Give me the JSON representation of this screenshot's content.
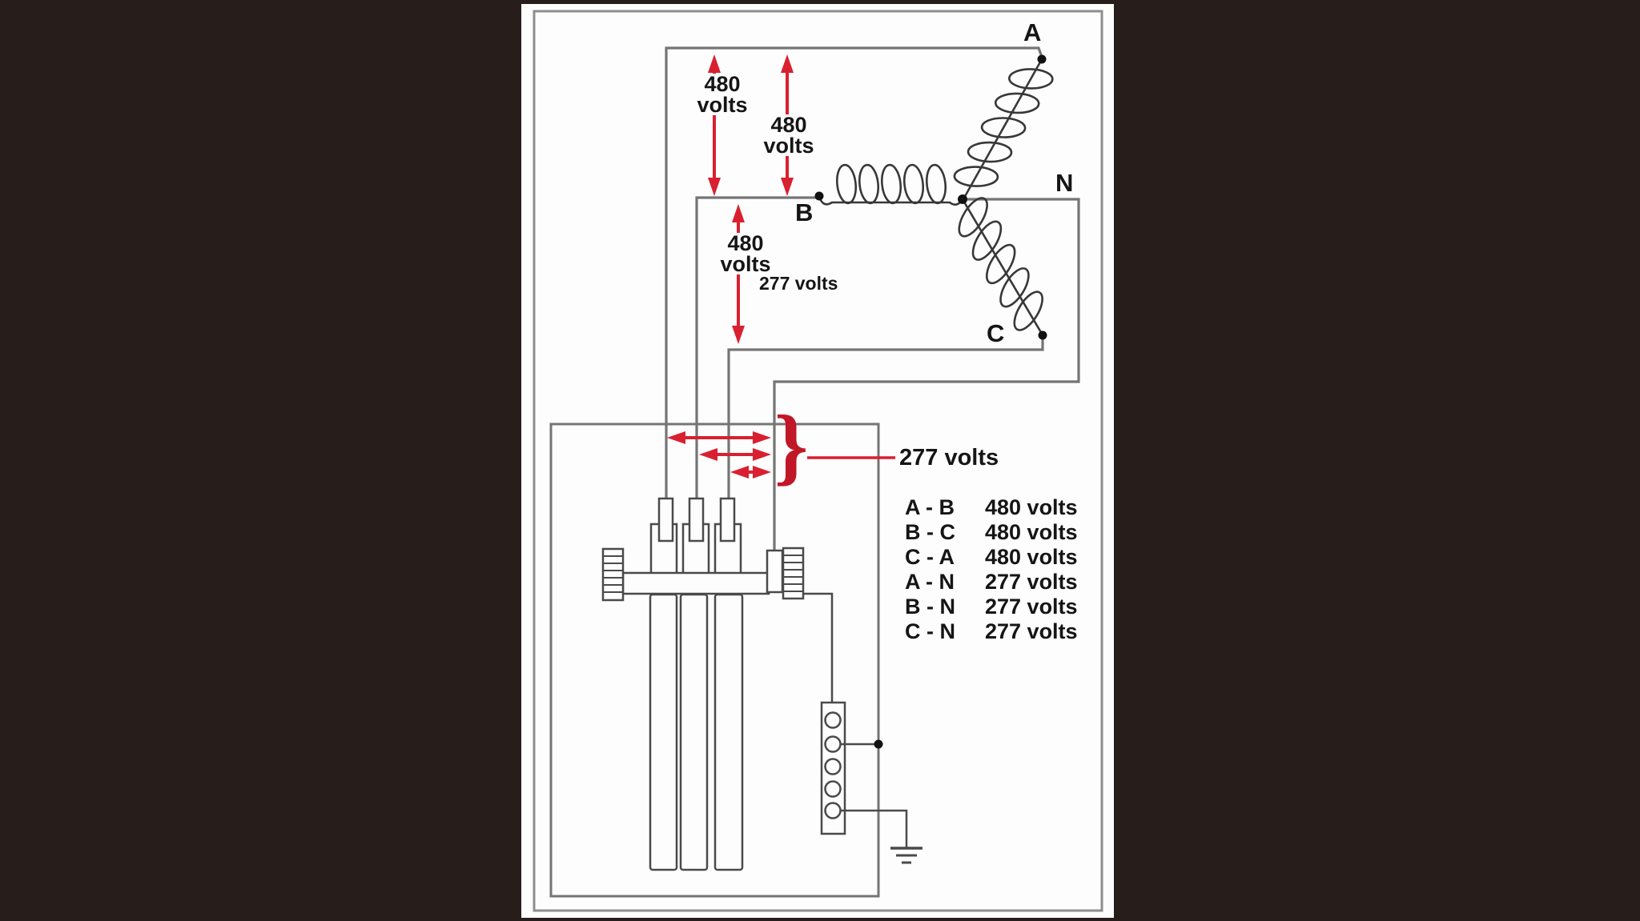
{
  "diagram": {
    "phase_labels": {
      "a": "A",
      "b": "B",
      "c": "C",
      "neutral": "N"
    },
    "arrow_labels": [
      {
        "value": "480",
        "unit": "volts"
      },
      {
        "value": "480",
        "unit": "volts"
      },
      {
        "value": "480",
        "unit": "volts"
      }
    ],
    "winding_label": "277 volts",
    "callout_label": "277 volts",
    "brace_glyph": "}",
    "voltage_table": {
      "rows": [
        {
          "pair": "A - B",
          "voltage": "480 volts"
        },
        {
          "pair": "B - C",
          "voltage": "480 volts"
        },
        {
          "pair": "C - A",
          "voltage": "480 volts"
        },
        {
          "pair": "A - N",
          "voltage": "277 volts"
        },
        {
          "pair": "B - N",
          "voltage": "277 volts"
        },
        {
          "pair": "C - N",
          "voltage": "277 volts"
        }
      ]
    },
    "colors": {
      "background": "#271d1b",
      "paper": "#fdfdfd",
      "frame_gray": "#8e8e8e",
      "wire_gray": "#757575",
      "component_gray": "#4a4a4a",
      "coil_dark": "#383838",
      "arrow_red": "#d92030",
      "brace_red": "#c01828",
      "text_black": "#151515"
    }
  }
}
